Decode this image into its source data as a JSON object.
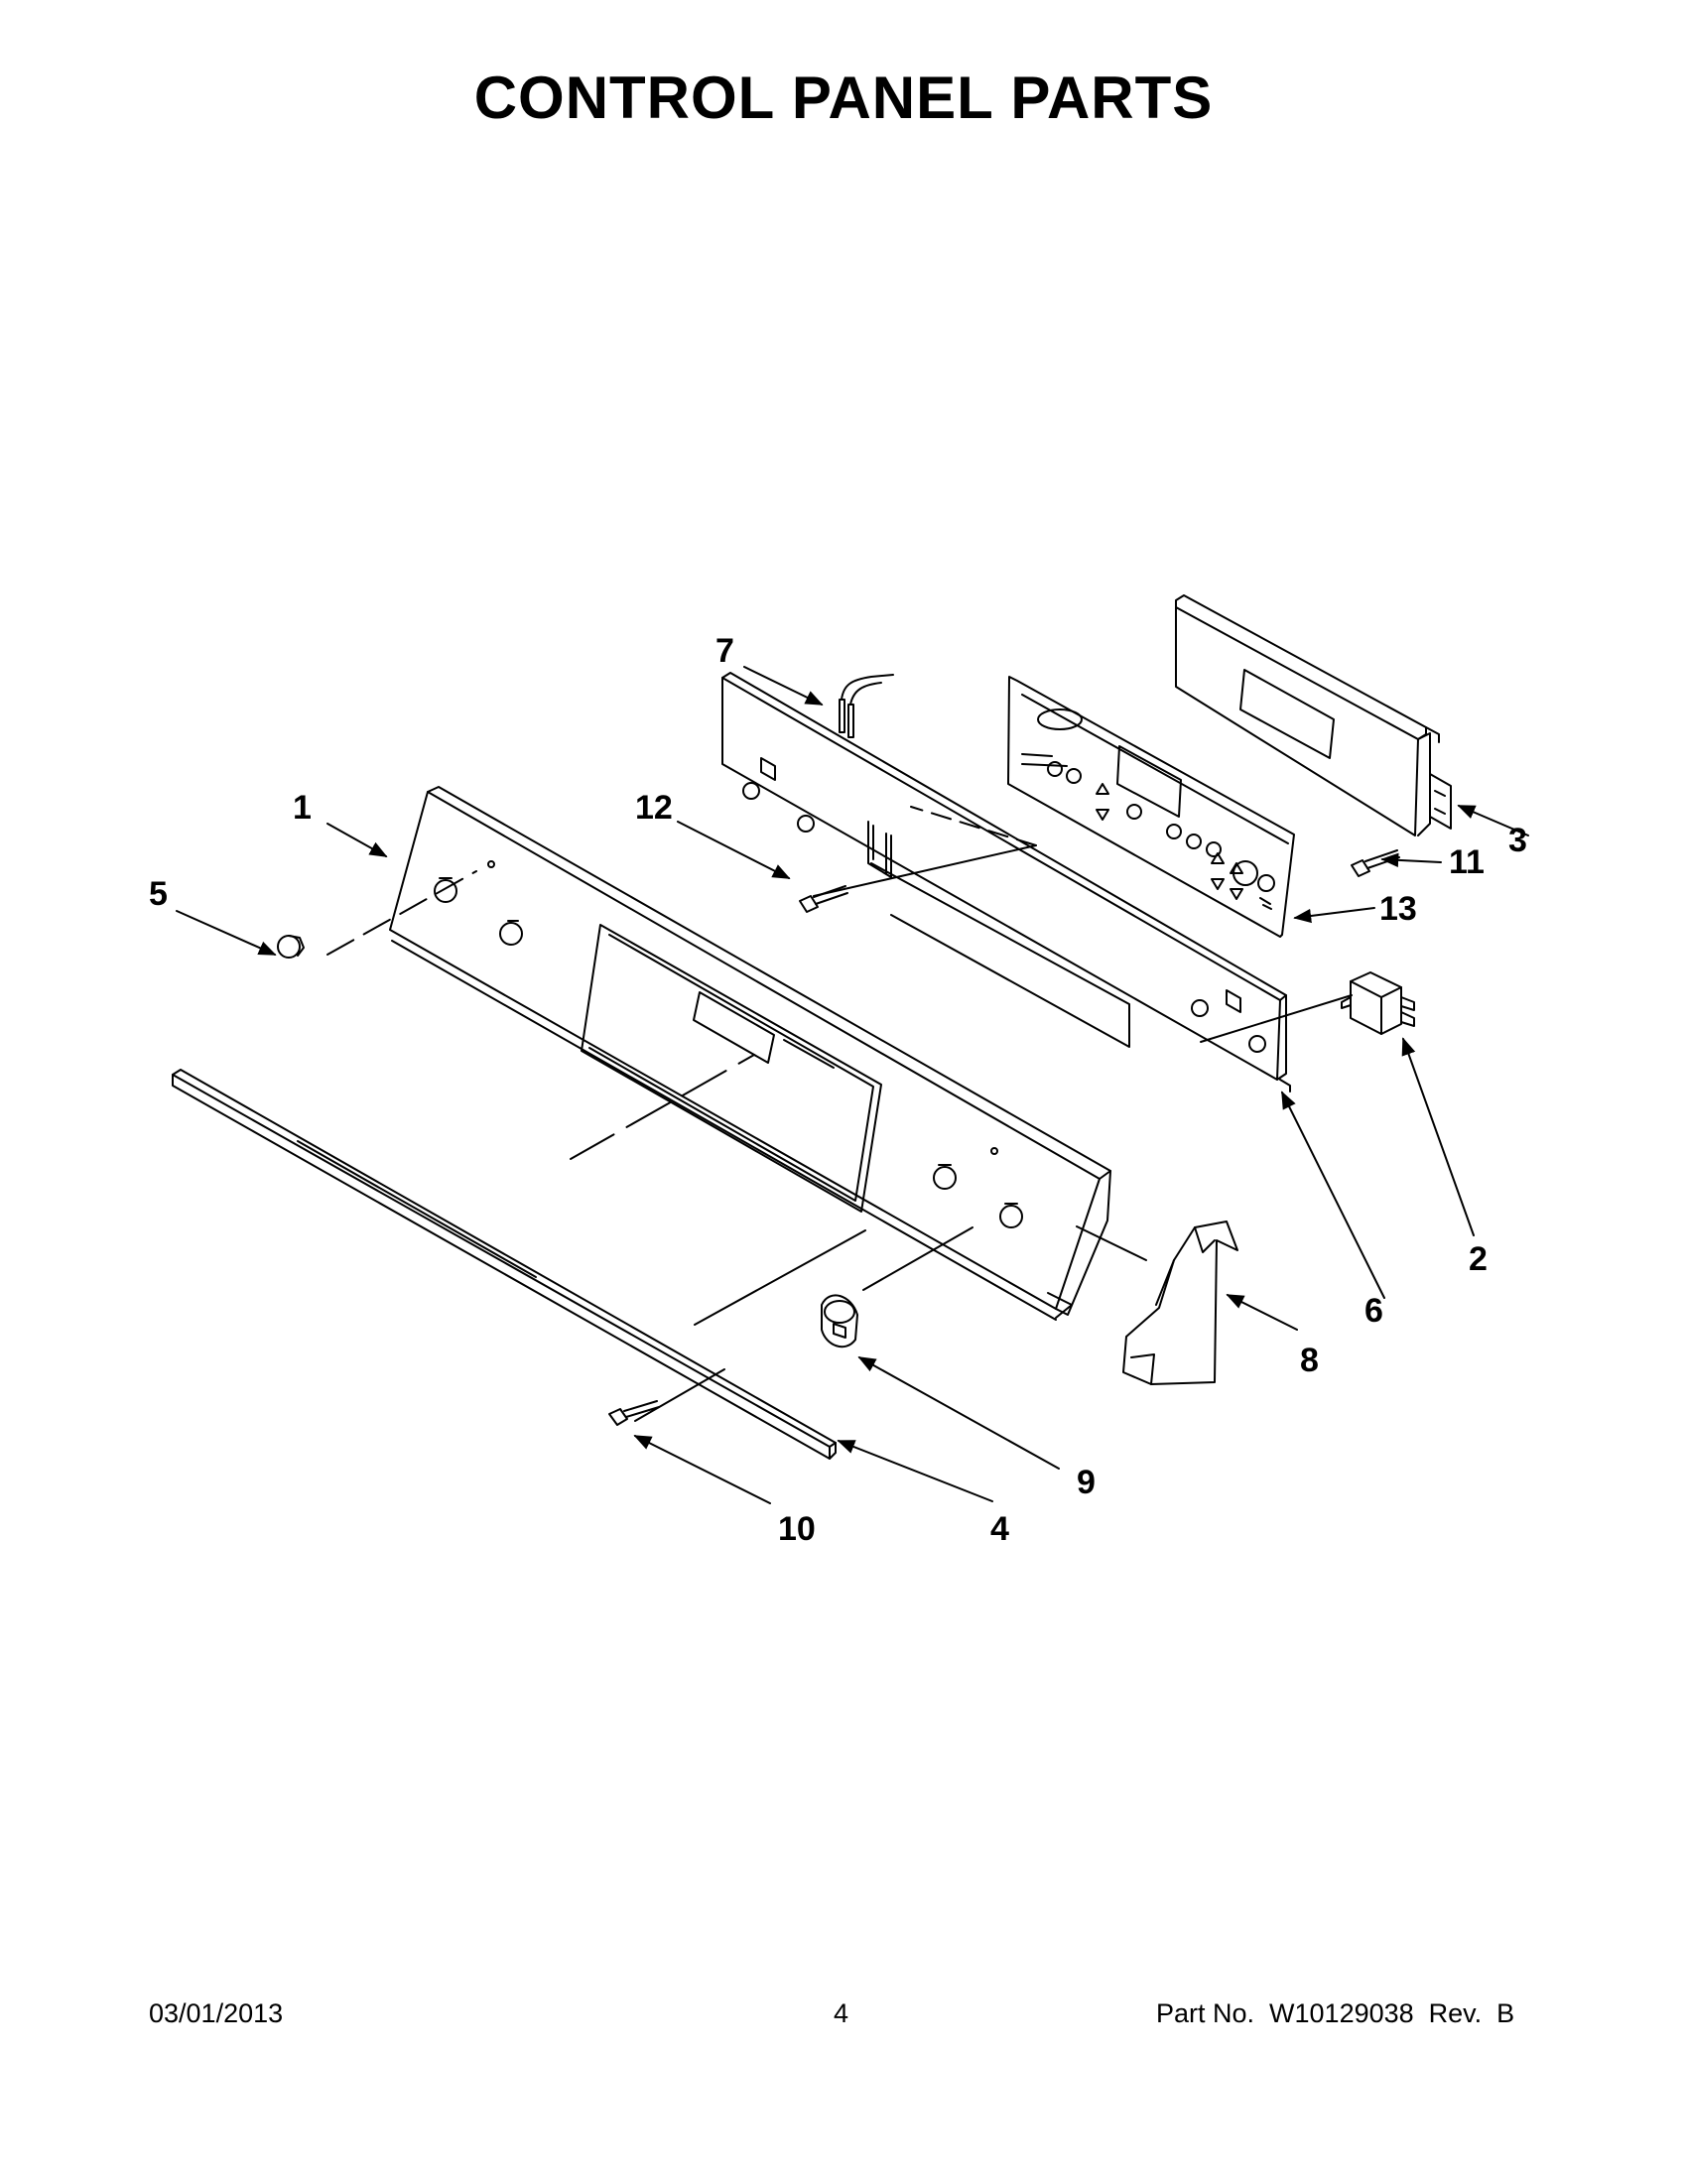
{
  "title": "CONTROL PANEL PARTS",
  "callouts": {
    "c1": "1",
    "c2": "2",
    "c3": "3",
    "c4": "4",
    "c5": "5",
    "c6": "6",
    "c7": "7",
    "c8": "8",
    "c9": "9",
    "c10": "10",
    "c11": "11",
    "c12": "12",
    "c13": "13"
  },
  "footer": {
    "date": "03/01/2013",
    "page": "4",
    "part_number": "Part No.  W10129038  Rev.  B"
  }
}
